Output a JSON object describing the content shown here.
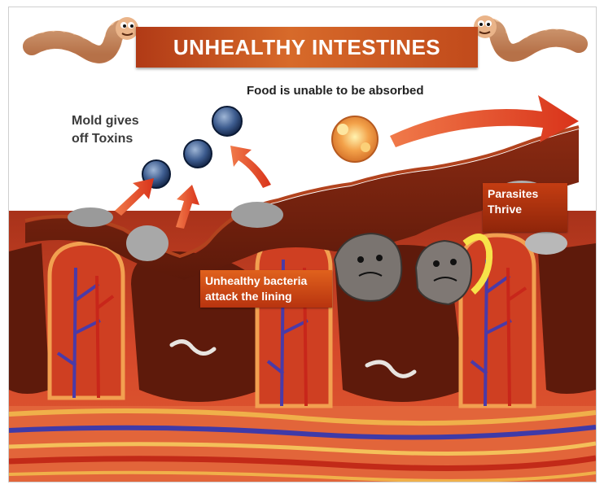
{
  "title": "UNHEALTHY INTESTINES",
  "captions": {
    "food": "Food is unable to be absorbed",
    "mold_line1": "Mold gives",
    "mold_line2": "off Toxins"
  },
  "labels": {
    "bacteria_line1": "Unhealthy bacteria",
    "bacteria_line2": "attack the lining",
    "parasites_line1": "Parasites",
    "parasites_line2": "Thrive"
  },
  "colors": {
    "banner": "#c14a1b",
    "tissue": "#c2361a",
    "lumen": "#6e1f0e",
    "vein": "#4a3aa8",
    "arrow": "#e2542a",
    "worm": "#d9a27a"
  },
  "icons": [
    "worm-mascot-icon",
    "mold-spore-icon",
    "food-particle-icon",
    "parasite-creature-icon",
    "bacteria-worm-icon"
  ]
}
